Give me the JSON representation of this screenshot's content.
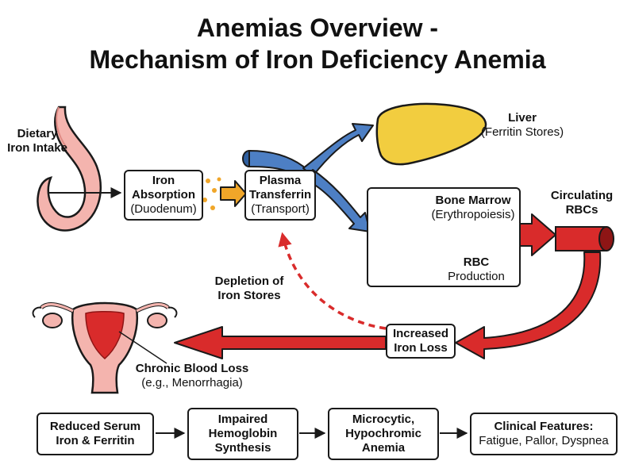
{
  "title": {
    "line1": "Anemias Overview -",
    "line2": "Mechanism of Iron Deficiency Anemia"
  },
  "labels": {
    "dietary_line1": "Dietary",
    "dietary_line2": "Iron Intake",
    "liver_name": "Liver",
    "liver_desc": "(Ferritin Stores)",
    "circulating_line1": "Circulating",
    "circulating_line2": "RBCs",
    "depletion_line1": "Depletion of",
    "depletion_line2": "Iron Stores",
    "chronic_name": "Chronic Blood Loss",
    "chronic_desc": "(e.g., Menorrhagia)"
  },
  "boxes": {
    "absorption": {
      "line1": "Iron",
      "line2": "Absorption",
      "line3": "(Duodenum)"
    },
    "transferrin": {
      "line1": "Plasma",
      "line2": "Transferrin",
      "line3": "(Transport)"
    },
    "marrow": {
      "title": "Bone Marrow",
      "subtitle": "(Erythropoiesis)",
      "rbc_label": "RBC",
      "rbc_sub": "Production"
    },
    "loss": {
      "line1": "Increased",
      "line2": "Iron Loss"
    }
  },
  "sequence": [
    {
      "line1": "Reduced Serum",
      "line2": "Iron & Ferritin"
    },
    {
      "line1": "Impaired",
      "line2": "Hemoglobin",
      "line3": "Synthesis"
    },
    {
      "line1": "Microcytic,",
      "line2": "Hypochromic",
      "line3": "Anemia"
    },
    {
      "line1": "Clinical Features:",
      "line2": "Fatigue, Pallor, Dyspnea"
    }
  ],
  "colors": {
    "blood_red": "#d92b2b",
    "vessel_blue": "#4d7fc4",
    "liver_yellow": "#f2cd3f",
    "iron_orange": "#f0a629",
    "organ_pink": "#f4b4ae",
    "outline": "#1a1a1a"
  }
}
